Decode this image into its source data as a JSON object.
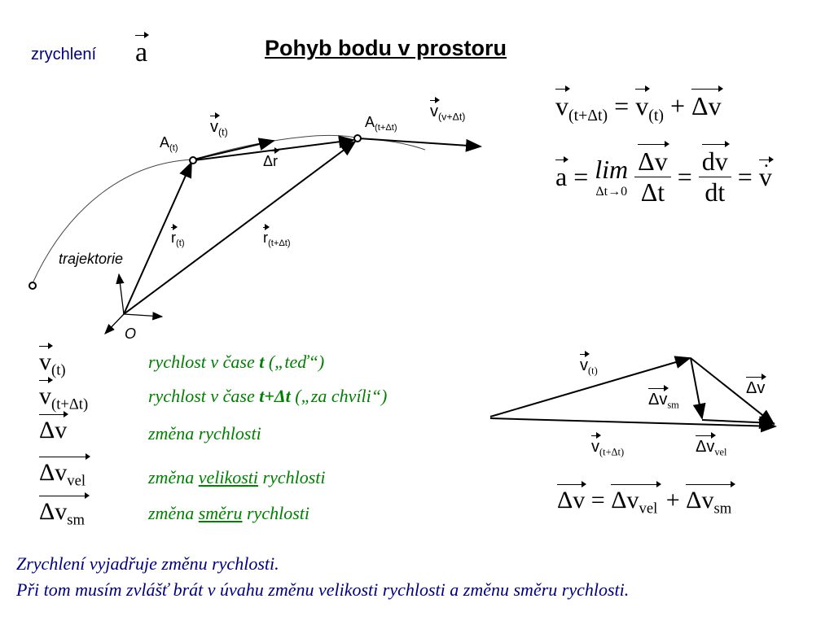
{
  "header": {
    "left_label": "zrychlení",
    "symbol": "a",
    "title": "Pohyb bodu v prostoru"
  },
  "diagram": {
    "point_a": "A",
    "point_a_sub": "(t)",
    "point_b": "A",
    "point_b_sub": "(t+Δt)",
    "v_t": "v",
    "v_t_sub": "(t)",
    "v_next": "v",
    "v_next_sub": "(v+Δt)",
    "delta_r": "Δr",
    "r_t": "r",
    "r_t_sub": "(t)",
    "r_next": "r",
    "r_next_sub": "(t+Δt)",
    "trajectory": "trajektorie",
    "origin": "O"
  },
  "formulas": {
    "f1_lhs": "v",
    "f1_lhs_sub": "(t+Δt)",
    "f1_eq": "=",
    "f1_v": "v",
    "f1_v_sub": "(t)",
    "f1_plus": "+",
    "f1_dv": "Δv",
    "f2_a": "a",
    "f2_eq1": "=",
    "f2_lim": "lim",
    "f2_lim_sub": "Δt→0",
    "f2_num1": "Δv",
    "f2_den1": "Δt",
    "f2_eq2": "=",
    "f2_num2": "dv",
    "f2_den2": "dt",
    "f2_eq3": "=",
    "f2_vdot": "v"
  },
  "legend": {
    "items": [
      {
        "symbol": "v",
        "sub": "(t)",
        "text_a": "rychlost v čase ",
        "text_b": "t",
        "text_c": " („teď“)"
      },
      {
        "symbol": "v",
        "sub": "(t+Δt)",
        "text_a": "rychlost v čase ",
        "text_b": "t+Δt",
        "text_c": " („za chvíli“)"
      },
      {
        "symbol": "Δv",
        "sub": "",
        "text_a": "změna rychlosti",
        "text_b": "",
        "text_c": ""
      },
      {
        "symbol": "Δv",
        "sub": "vel",
        "text_a": "změna ",
        "text_b": "velikosti",
        "text_c": " rychlosti"
      },
      {
        "symbol": "Δv",
        "sub": "sm",
        "text_a": "změna ",
        "text_b": "směru",
        "text_c": " rychlosti"
      }
    ]
  },
  "triangle": {
    "v_t": "v",
    "v_t_sub": "(t)",
    "dv": "Δv",
    "dv_sm": "Δv",
    "dv_sm_sub": "sm",
    "v_next": "v",
    "v_next_sub": "(t+Δt)",
    "dv_vel": "Δv",
    "dv_vel_sub": "vel",
    "eq_lhs": "Δv",
    "eq_eq": "=",
    "eq_a": "Δv",
    "eq_a_sub": "vel",
    "eq_plus": "+",
    "eq_b": "Δv",
    "eq_b_sub": "sm"
  },
  "footer": {
    "line1": "Zrychlení vyjadřuje změnu rychlosti.",
    "line2": "Při tom musím zvlášť brát v úvahu změnu velikosti rychlosti a změnu směru rychlosti."
  },
  "colors": {
    "title": "#000000",
    "left_label": "#000080",
    "legend_text": "#008000",
    "footer": "#000080"
  }
}
